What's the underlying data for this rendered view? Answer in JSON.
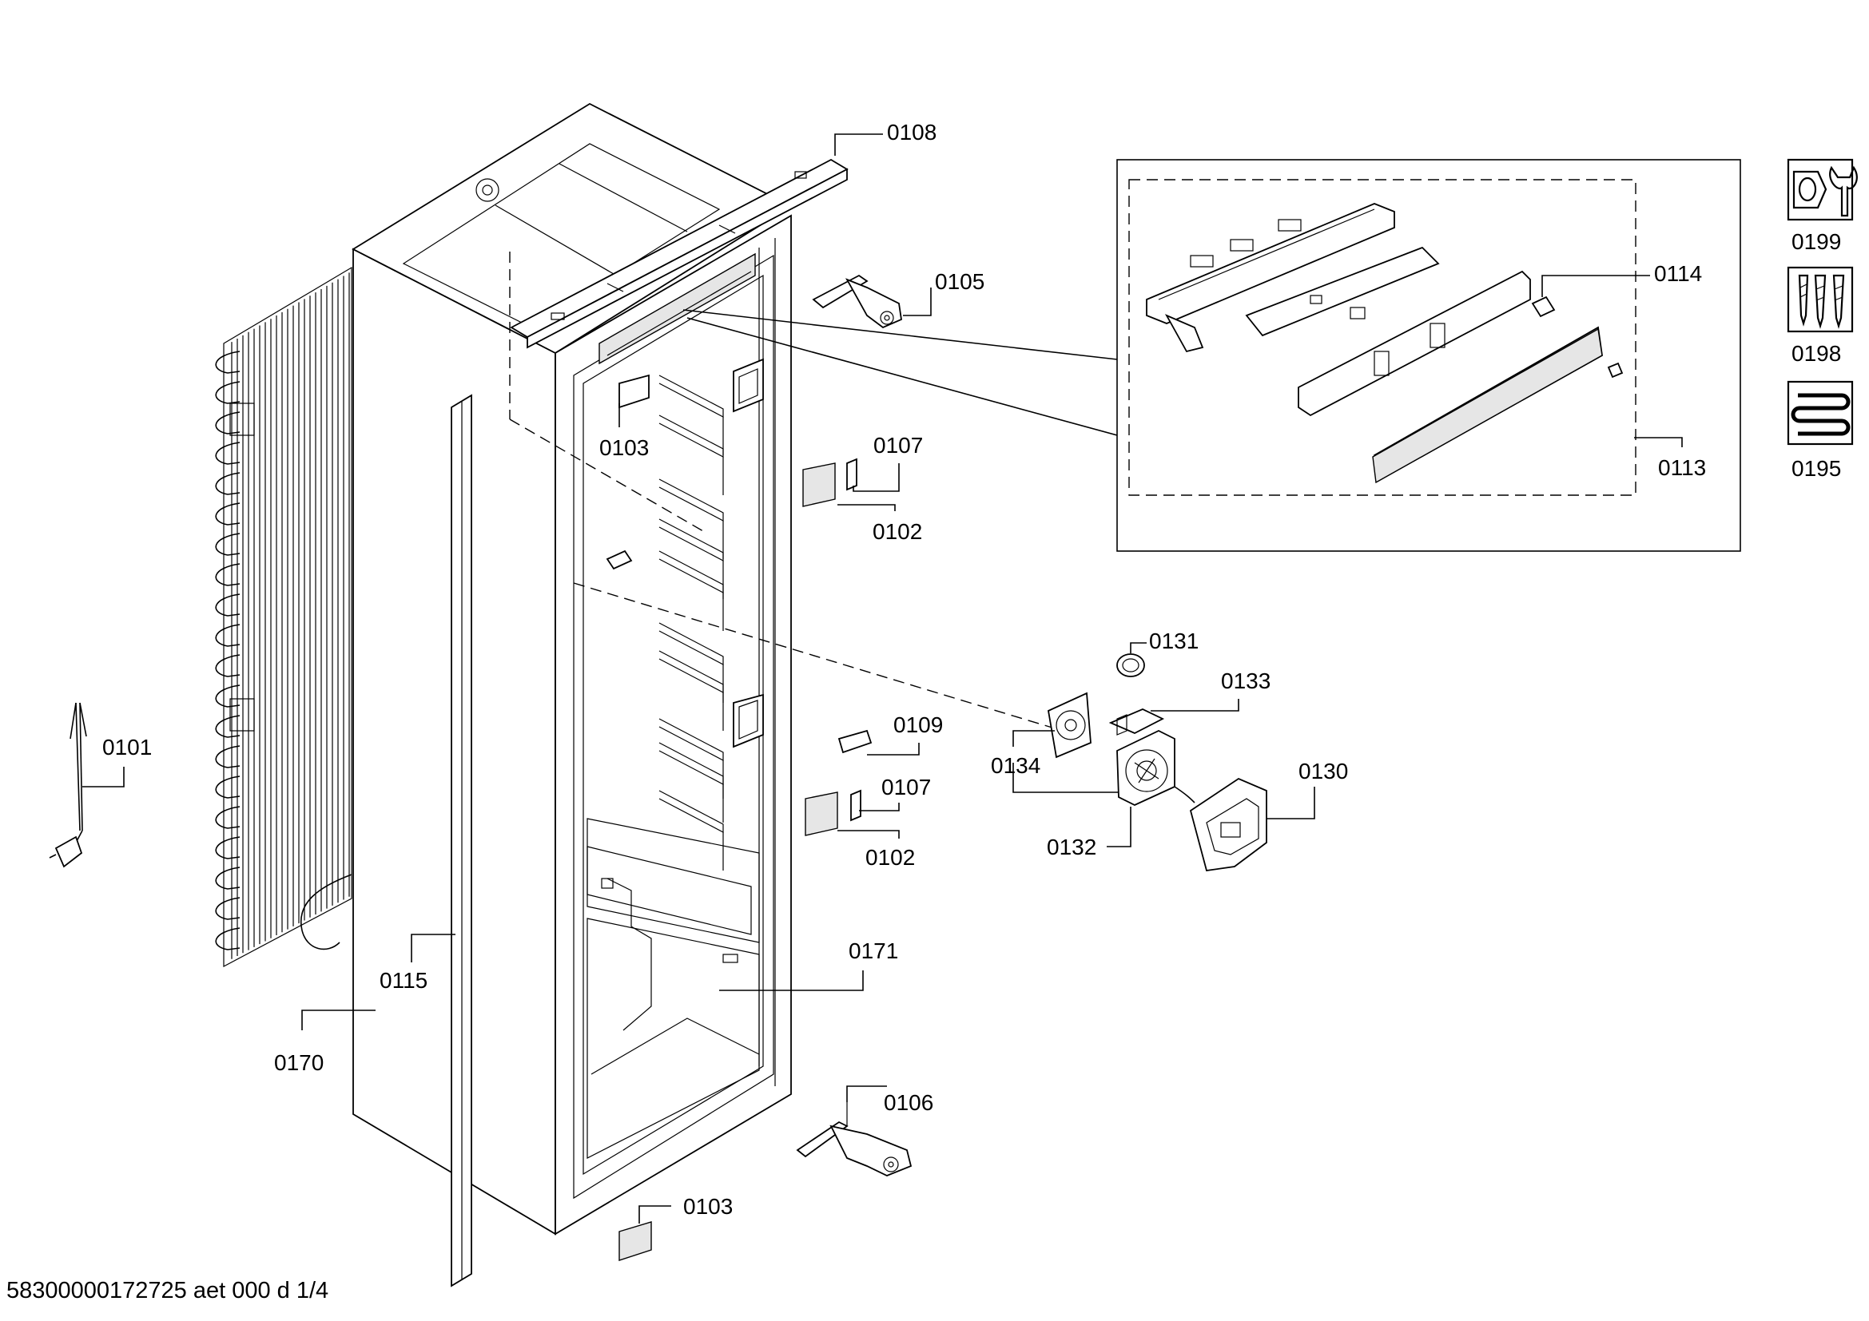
{
  "document_id": "58300000172725 aet 000 d 1/4",
  "parts": {
    "p0101": "0101",
    "p0102a": "0102",
    "p0102b": "0102",
    "p0103a": "0103",
    "p0103b": "0103",
    "p0105": "0105",
    "p0106": "0106",
    "p0107a": "0107",
    "p0107b": "0107",
    "p0108": "0108",
    "p0109": "0109",
    "p0113": "0113",
    "p0114": "0114",
    "p0115": "0115",
    "p0130": "0130",
    "p0131": "0131",
    "p0132": "0132",
    "p0133": "0133",
    "p0134": "0134",
    "p0170": "0170",
    "p0171": "0171"
  },
  "accessories": [
    {
      "code": "0199",
      "icon": "wrench-nut-icon"
    },
    {
      "code": "0198",
      "icon": "screws-icon"
    },
    {
      "code": "0195",
      "icon": "heater-coil-icon"
    }
  ]
}
